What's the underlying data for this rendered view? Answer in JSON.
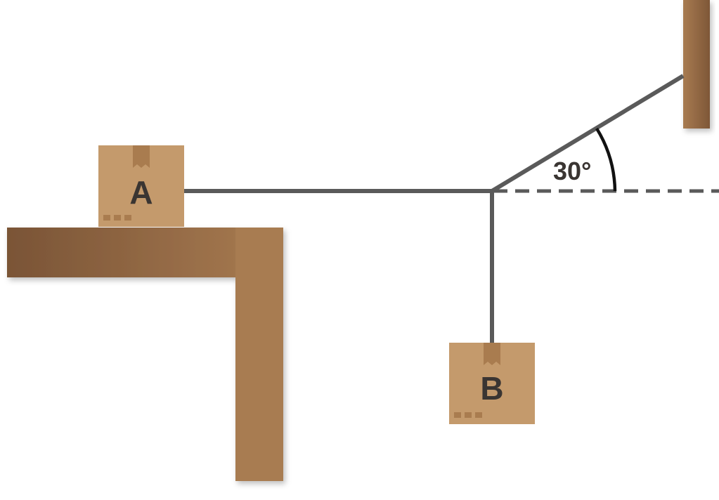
{
  "diagram": {
    "block_a": {
      "label": "A"
    },
    "block_b": {
      "label": "B"
    },
    "angle": {
      "label": "30°",
      "degrees": 30
    }
  },
  "colors": {
    "rope": "#5a5a5a",
    "box": "#c49a6c",
    "box_tape": "#a97c4f",
    "box_shadow": "#b88d5e",
    "wood_dark": "#7a5436",
    "wood_light": "#a87b51",
    "text": "#3a3532"
  }
}
